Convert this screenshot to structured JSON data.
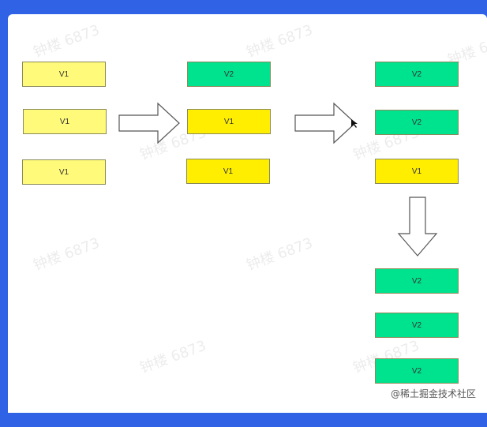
{
  "colors": {
    "frame": "#2f62e4",
    "v1_pale": "#fffa7a",
    "v1_bright": "#ffee00",
    "v2": "#00e38e"
  },
  "watermark": "钟楼 6873",
  "footer": "@稀土掘金技术社区",
  "boxes": [
    {
      "id": "c1-r1",
      "label": "V1",
      "tone": "v1_pale"
    },
    {
      "id": "c1-r2",
      "label": "V1",
      "tone": "v1_pale"
    },
    {
      "id": "c1-r3",
      "label": "V1",
      "tone": "v1_pale"
    },
    {
      "id": "c2-r1",
      "label": "V2",
      "tone": "v2"
    },
    {
      "id": "c2-r2",
      "label": "V1",
      "tone": "v1_bright"
    },
    {
      "id": "c2-r3",
      "label": "V1",
      "tone": "v1_bright"
    },
    {
      "id": "c3-r1",
      "label": "V2",
      "tone": "v2"
    },
    {
      "id": "c3-r2",
      "label": "V2",
      "tone": "v2"
    },
    {
      "id": "c3-r3",
      "label": "V1",
      "tone": "v1_bright"
    },
    {
      "id": "c4-r1",
      "label": "V2",
      "tone": "v2"
    },
    {
      "id": "c4-r2",
      "label": "V2",
      "tone": "v2"
    },
    {
      "id": "c4-r3",
      "label": "V2",
      "tone": "v2"
    }
  ],
  "arrows": [
    {
      "id": "arrow-1",
      "icon": "right-arrow-icon"
    },
    {
      "id": "arrow-2",
      "icon": "right-arrow-icon"
    },
    {
      "id": "arrow-3",
      "icon": "down-arrow-icon"
    }
  ]
}
